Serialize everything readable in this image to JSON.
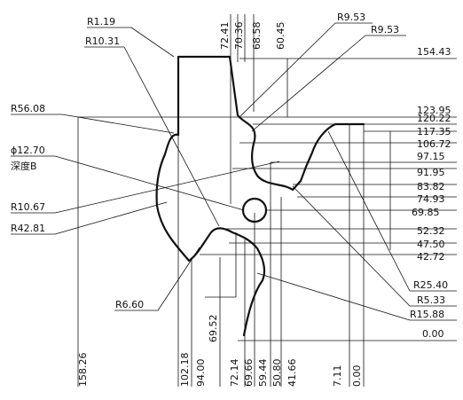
{
  "labels": {
    "r1_19": "R1.19",
    "r10_31": "R10.31",
    "r56_08": "R56.08",
    "phi12_70": "ϕ12.70",
    "depth_b": "深度B",
    "r10_67": "R10.67",
    "r42_81": "R42.81",
    "r6_60": "R6.60",
    "r9_53_a": "R9.53",
    "r9_53_b": "R9.53",
    "r25_40": "R25.40",
    "r5_33": "R5.33",
    "r15_88": "R15.88"
  },
  "right_dims": {
    "d154_43": "154.43",
    "d123_95": "123.95",
    "d120_22": "120.22",
    "d117_35": "117.35",
    "d106_72": "106.72",
    "d97_15": "97.15",
    "d91_95": "91.95",
    "d83_82": "83.82",
    "d74_93": "74.93",
    "d69_85": "69.85",
    "d52_32": "52.32",
    "d47_50": "47.50",
    "d42_72": "42.72",
    "d0_00": "0.00"
  },
  "top_dims": {
    "d72_41": "72.41",
    "d70_36": "70.36",
    "d68_58": "68.58",
    "d60_45": "60.45"
  },
  "bottom_dims": {
    "d158_26": "158.26",
    "d102_18": "102.18",
    "d94_00": "94.00",
    "d69_52": "69.52",
    "d72_14": "72.14",
    "d69_66": "69.66",
    "d59_44": "59.44",
    "d50_80": "50.80",
    "d41_66": "41.66",
    "d7_11": "7.11",
    "d0_00": "0.00"
  }
}
